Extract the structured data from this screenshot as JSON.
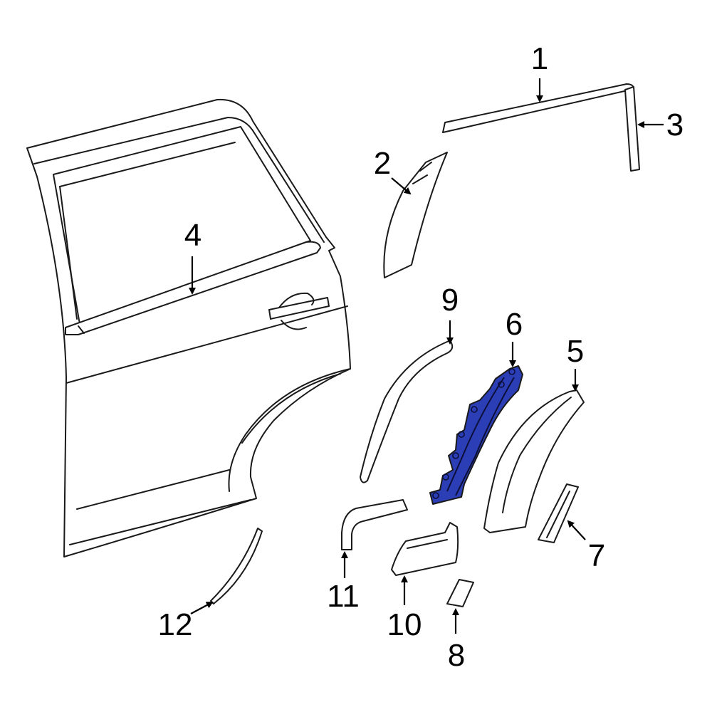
{
  "diagram": {
    "highlight_color": "#2b3eb5",
    "line_color": "#1a1a1a",
    "callouts": [
      {
        "id": "1",
        "label": "1"
      },
      {
        "id": "2",
        "label": "2"
      },
      {
        "id": "3",
        "label": "3"
      },
      {
        "id": "4",
        "label": "4"
      },
      {
        "id": "5",
        "label": "5"
      },
      {
        "id": "6",
        "label": "6"
      },
      {
        "id": "7",
        "label": "7"
      },
      {
        "id": "8",
        "label": "8"
      },
      {
        "id": "9",
        "label": "9"
      },
      {
        "id": "10",
        "label": "10"
      },
      {
        "id": "11",
        "label": "11"
      },
      {
        "id": "12",
        "label": "12"
      }
    ]
  }
}
